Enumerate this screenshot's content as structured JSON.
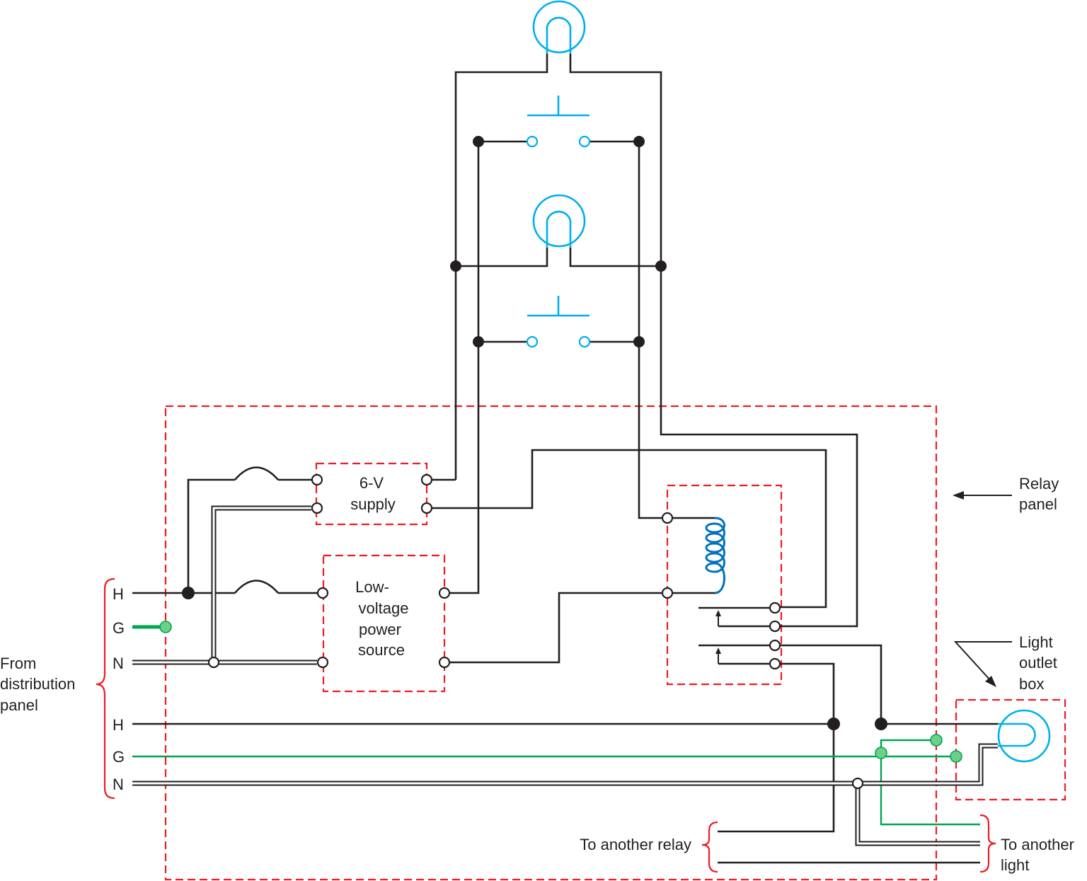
{
  "labels": {
    "supply_6v_line1": "6-V",
    "supply_6v_line2": "supply",
    "lv_line1": "Low-",
    "lv_line2": "voltage",
    "lv_line3": "power",
    "lv_line4": "source",
    "relay_panel_line1": "Relay",
    "relay_panel_line2": "panel",
    "light_outlet_line1": "Light",
    "light_outlet_line2": "outlet",
    "light_outlet_line3": "box",
    "from_dist_line1": "From",
    "from_dist_line2": "distribution",
    "from_dist_line3": "panel",
    "to_another_relay": "To another relay",
    "to_another_light_line1": "To another",
    "to_another_light_line2": "light",
    "h_upper": "H",
    "g_upper": "G",
    "n_upper": "N",
    "h_lower": "H",
    "g_lower": "G",
    "n_lower": "N"
  },
  "colors": {
    "wire": "#231f20",
    "ground": "#00a651",
    "dashed_box": "#ed1c24",
    "lamp_and_switch": "#00aeef",
    "relay_coil": "#0072bc"
  }
}
